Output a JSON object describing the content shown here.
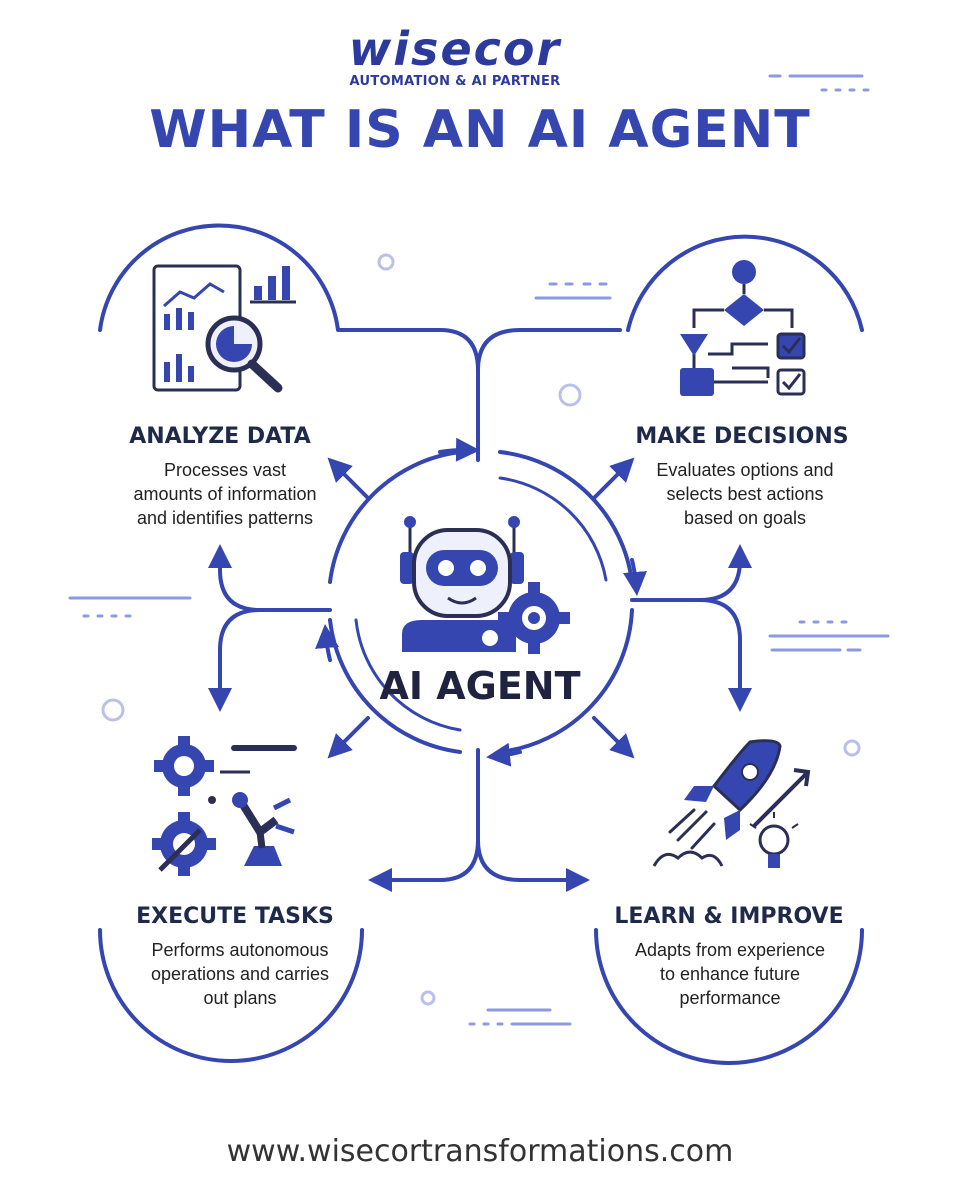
{
  "brand": {
    "name": "wisecor",
    "tagline": "AUTOMATION & AI PARTNER"
  },
  "title": "WHAT IS AN AI AGENT",
  "center": {
    "label": "AI AGENT",
    "icon": "robot-icon"
  },
  "cards": [
    {
      "title": "ANALYZE DATA",
      "lines": [
        "Processes vast",
        "amounts of information",
        "and identifies patterns"
      ],
      "icon": "analytics-icon"
    },
    {
      "title": "MAKE DECISIONS",
      "lines": [
        "Evaluates options and",
        "selects best actions",
        "based on goals"
      ],
      "icon": "flowchart-icon"
    },
    {
      "title": "EXECUTE TASKS",
      "lines": [
        "Performs autonomous",
        "operations and carries",
        "out plans"
      ],
      "icon": "robotic-arm-icon"
    },
    {
      "title": "LEARN & IMPROVE",
      "lines": [
        "Adapts from experience",
        "to enhance future",
        "performance"
      ],
      "icon": "rocket-icon"
    }
  ],
  "footer": {
    "url": "www.wisecortransformations.com"
  },
  "colors": {
    "primary": "#3546b0",
    "dark": "#1f2a4a",
    "accent": "#2b3a9c"
  }
}
